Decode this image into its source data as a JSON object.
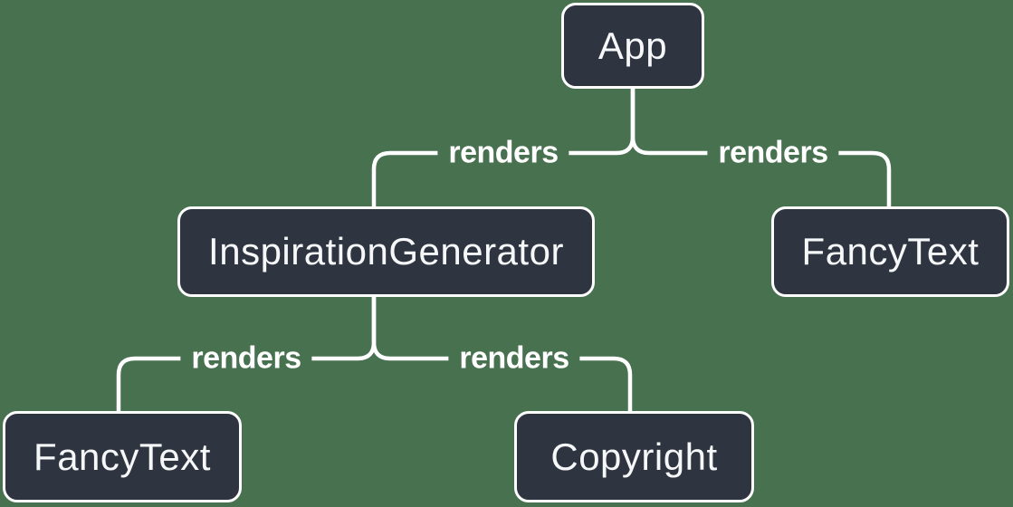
{
  "diagram": {
    "type": "tree-diagram",
    "description": "Component render tree",
    "colors": {
      "background": "#47714F",
      "node_fill": "#2E3440",
      "node_border": "#FFFFFF",
      "node_text": "#F6F7F9",
      "connector_line": "#FFFFFF",
      "edge_label_text": "#FFFFFF"
    },
    "nodes": [
      {
        "id": "app",
        "label": "App"
      },
      {
        "id": "inspiration-generator",
        "label": "InspirationGenerator"
      },
      {
        "id": "fancy-text-right",
        "label": "FancyText"
      },
      {
        "id": "fancy-text-left",
        "label": "FancyText"
      },
      {
        "id": "copyright",
        "label": "Copyright"
      }
    ],
    "edges": [
      {
        "from": "app",
        "to": "inspiration-generator",
        "label": "renders"
      },
      {
        "from": "app",
        "to": "fancy-text-right",
        "label": "renders"
      },
      {
        "from": "inspiration-generator",
        "to": "fancy-text-left",
        "label": "renders"
      },
      {
        "from": "inspiration-generator",
        "to": "copyright",
        "label": "renders"
      }
    ]
  }
}
